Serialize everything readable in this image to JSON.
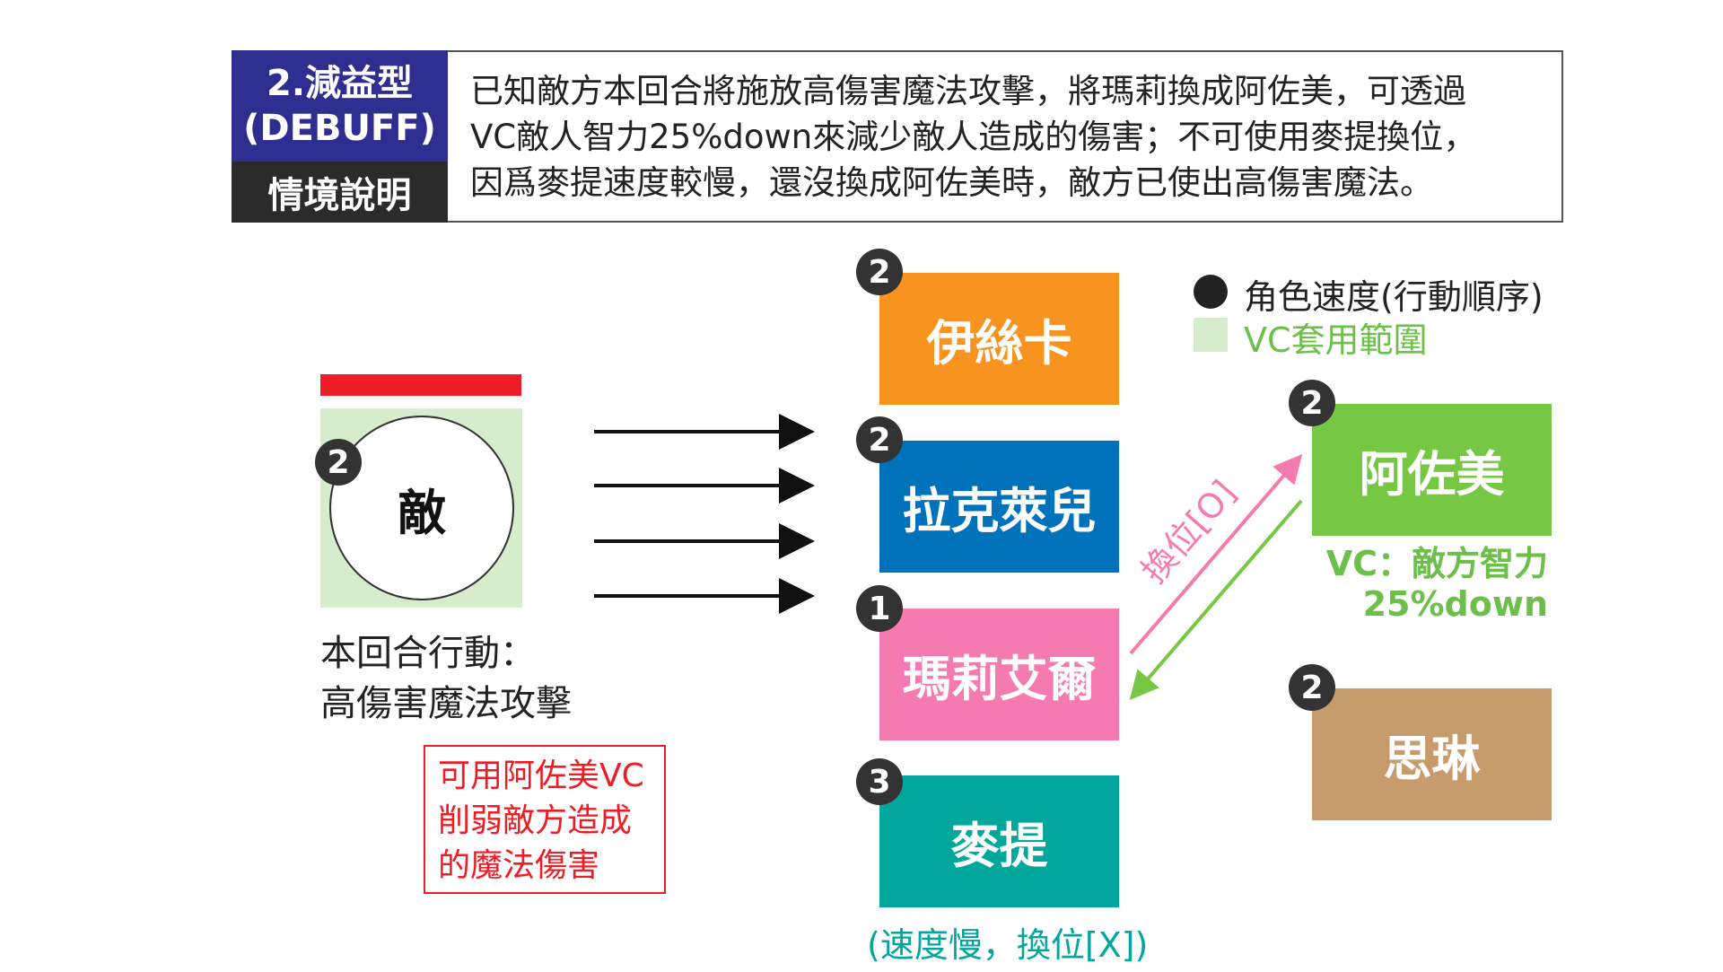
{
  "header": {
    "title_line1": "2.減益型",
    "title_line2": "(DEBUFF)",
    "subtitle": "情境說明",
    "description_lines": [
      "已知敵方本回合將施放高傷害魔法攻擊，將瑪莉換成阿佐美，可透過",
      "VC敵人智力25%down來減少敵人造成的傷害；不可使用麥提換位，",
      "因爲麥提速度較慢，還沒換成阿佐美時，敵方已使出高傷害魔法。"
    ]
  },
  "enemy": {
    "label": "敵",
    "speed": "2",
    "action_lines": [
      "本回合行動：",
      "高傷害魔法攻擊"
    ],
    "note_lines": [
      "可用阿佐美VC",
      "削弱敵方造成",
      "的魔法傷害"
    ]
  },
  "party": [
    {
      "name": "伊絲卡",
      "speed": "2",
      "color": "#f7931e"
    },
    {
      "name": "拉克萊兒",
      "speed": "2",
      "color": "#0072bc"
    },
    {
      "name": "瑪莉艾爾",
      "speed": "1",
      "color": "#f57ab0"
    },
    {
      "name": "麥提",
      "speed": "3",
      "color": "#00a79a"
    }
  ],
  "reserve": [
    {
      "name": "阿佐美",
      "speed": "2",
      "color": "#76c844"
    },
    {
      "name": "思琳",
      "speed": "2",
      "color": "#c69c6d"
    }
  ],
  "legend": {
    "speed_label": "角色速度(行動順序)",
    "vc_label": "VC套用範圍"
  },
  "swap_label": "換位[O]",
  "vc_note_lines": [
    "VC：敵方智力",
    "25%down"
  ],
  "slow_note": "(速度慢，換位[X])",
  "colors": {
    "accent_red": "#ee1c24",
    "vc_green": "#6cc04a",
    "swap_pink": "#f57ab0",
    "header_blue": "#2d2e8f"
  }
}
